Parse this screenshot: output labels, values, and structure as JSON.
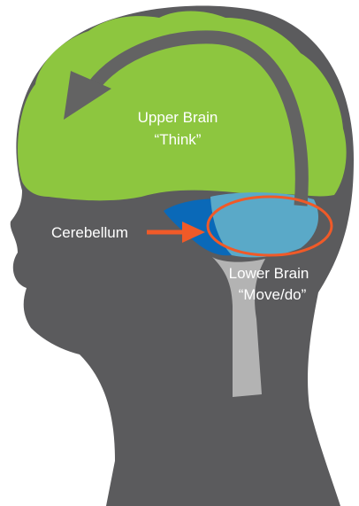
{
  "labels": {
    "upper_brain": {
      "line1": "Upper Brain",
      "line2": "“Think”"
    },
    "cerebellum": "Cerebellum",
    "lower_brain": {
      "line1": "Lower Brain",
      "line2": "“Move/do”"
    }
  },
  "colors": {
    "background": "#ffffff",
    "head_silhouette": "#5b5b5d",
    "upper_brain": "#8dc63f",
    "cerebellum": "#0a69b8",
    "lower_brain": "#5aa9c8",
    "spinal_cord": "#b3b3b3",
    "arrows": "#636363",
    "cerebellum_arrow": "#f05a28",
    "highlight_ellipse": "#f05a28",
    "text": "#ffffff"
  }
}
